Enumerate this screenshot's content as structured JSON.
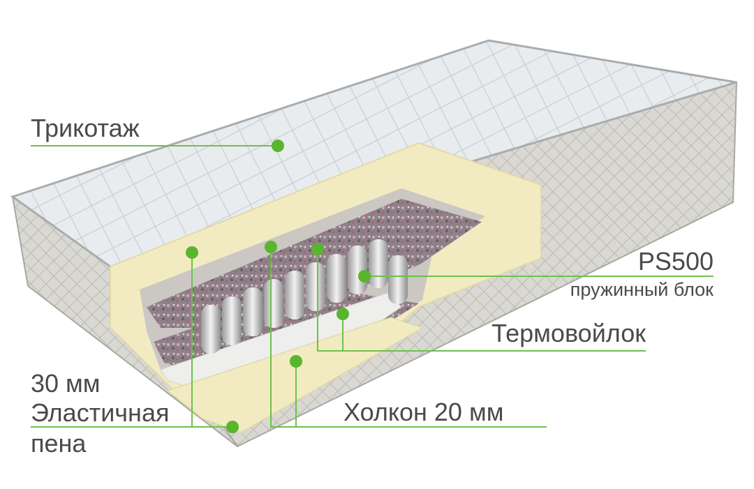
{
  "accent_color": "#5ab52e",
  "line_color": "#6cc14a",
  "labels": {
    "knit": "Трикотаж",
    "spring_model": "PS500",
    "spring_block": "пружинный блок",
    "felt": "Термовойлок",
    "holcon": "Холкон 20 мм",
    "foam_thickness": "30 мм",
    "foam_name": "Эластичная",
    "foam_name2": "пена"
  }
}
